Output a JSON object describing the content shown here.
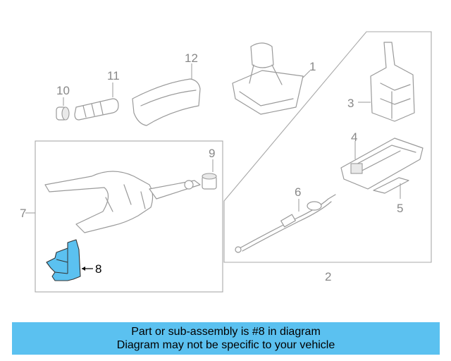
{
  "colors": {
    "highlight_part": "#5bc1f0",
    "banner_background": "#5bc1f0",
    "line_art": "#9a9a9a"
  },
  "callouts": [
    "1",
    "2",
    "3",
    "4",
    "5",
    "6",
    "7",
    "8",
    "9",
    "10",
    "11",
    "12"
  ],
  "highlighted_part": "8",
  "banner": {
    "line1": "Part or sub-assembly is #8 in diagram",
    "line2": "Diagram may not be specific to your vehicle"
  }
}
